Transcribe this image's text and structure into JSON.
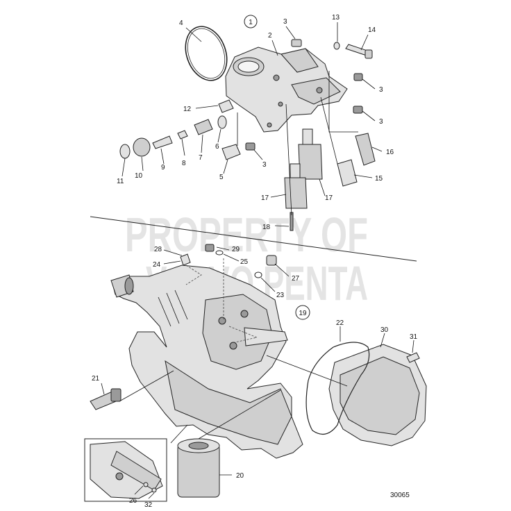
{
  "watermark": {
    "line1": "PROPERTY OF",
    "line2": "VOLVO PENTA"
  },
  "group_markers": [
    "1",
    "19"
  ],
  "drawing_number": "30065",
  "callouts": {
    "c4": "4",
    "c2": "2",
    "c3a": "3",
    "c13": "13",
    "c14": "14",
    "c3b": "3",
    "c3c": "3",
    "c12": "12",
    "c6": "6",
    "c7": "7",
    "c8": "8",
    "c9": "9",
    "c10": "10",
    "c11": "11",
    "c3d": "3",
    "c5": "5",
    "c16": "16",
    "c15": "15",
    "c17a": "17",
    "c17b": "17",
    "c18": "18",
    "c28": "28",
    "c29": "29",
    "c24": "24",
    "c25": "25",
    "c27": "27",
    "c23": "23",
    "c22": "22",
    "c30": "30",
    "c31": "31",
    "c21": "21",
    "c20": "20",
    "c26": "26",
    "c32": "32"
  }
}
